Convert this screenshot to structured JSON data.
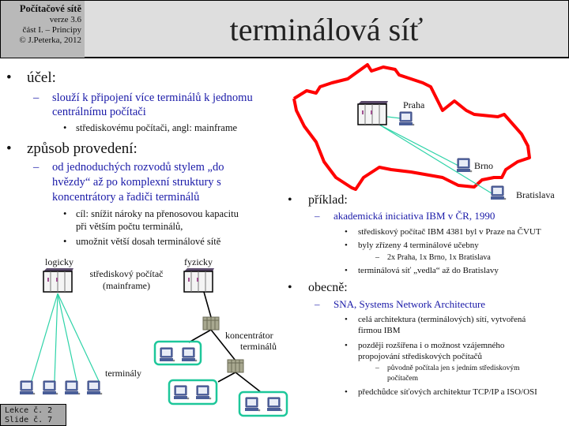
{
  "header": {
    "course": "Počítačové sítě",
    "version": "verze 3.6",
    "part": "část I. – Principy",
    "copyright": "© J.Peterka, 2012",
    "title": "terminálová síť"
  },
  "left": {
    "b1": "•",
    "purpose": "účel:",
    "purpose_sub": "slouží k připojení více terminálů k jednomu",
    "purpose_sub2": "centrálnímu počítači",
    "purpose_detail": "střediskovému počítači, angl: mainframe",
    "method": "způsob provedení:",
    "method_sub1": "od jednoduchých rozvodů stylem „do",
    "method_sub2": "hvězdy“ až po komplexní struktury s",
    "method_sub3": "koncentrátory a řadiči terminálů",
    "goal1": "cíl: snížit nároky na přenosovou kapacitu",
    "goal2": "při větším počtu terminálů,",
    "goal3": "umožnit větší dosah terminálové sítě"
  },
  "right": {
    "example": "příklad:",
    "example_sub": "akademická iniciativa IBM v ČR, 1990",
    "e1": "střediskový počítač IBM 4381 byl v Praze na ČVUT",
    "e2": "byly zřízeny 4 terminálové učebny",
    "e2a": "2x Praha, 1x Brno, 1x Bratislava",
    "e3": "terminálová síť „vedla“ až do Bratislavy",
    "general": "obecně:",
    "general_sub": "SNA, Systems Network Architecture",
    "g1a": "celá architektura (terminálových) sítí, vytvořená",
    "g1b": "firmou IBM",
    "g2a": "později rozšířena i o možnost vzájemného",
    "g2b": "propojování střediskových počítačů",
    "g2c1": "původně počítala jen s jedním střediskovým",
    "g2c2": "počítačem",
    "g3": "předchůdce síťových architektur TCP/IP a ISO/OSI"
  },
  "map": {
    "praha": "Praha",
    "brno": "Brno",
    "bratislava": "Bratislava"
  },
  "diagram": {
    "logical": "logicky",
    "physical": "fyzicky",
    "mainframe1": "střediskový počítač",
    "mainframe2": "(mainframe)",
    "terminals": "terminály",
    "conc1": "koncentrátor",
    "conc2": "terminálů"
  },
  "footer": {
    "lesson": "Lekce č. 2",
    "slide": "Slide č. 7"
  },
  "colors": {
    "map_border": "#ff0000",
    "link": "#2ed3a8",
    "group_box": "#1dc79a",
    "text_blue": "#1a1aa8"
  }
}
